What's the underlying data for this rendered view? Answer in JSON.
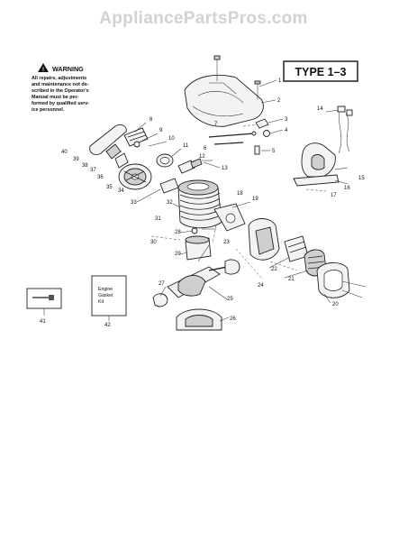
{
  "watermark": "AppliancePartsPros.com",
  "type_label": "TYPE 1–3",
  "warning": {
    "title": "WARNING",
    "lines": [
      "All repairs, adjustments",
      "and maintenance not de-",
      "scribed in the Operator's",
      "Manual must be per-",
      "formed by qualified serv-",
      "ice personnel."
    ]
  },
  "gasket_kit_box": {
    "lines": [
      "Engine",
      "Gasket",
      "Kit"
    ]
  },
  "callouts": [
    "1",
    "2",
    "3",
    "4",
    "5",
    "6",
    "7",
    "8",
    "9",
    "10",
    "11",
    "12",
    "13",
    "14",
    "15",
    "16",
    "17",
    "18",
    "19",
    "20",
    "21",
    "22",
    "23",
    "24",
    "25",
    "26",
    "27",
    "28",
    "29",
    "30",
    "31",
    "32",
    "33",
    "34",
    "35",
    "36",
    "37",
    "38",
    "39",
    "40",
    "41",
    "42"
  ]
}
